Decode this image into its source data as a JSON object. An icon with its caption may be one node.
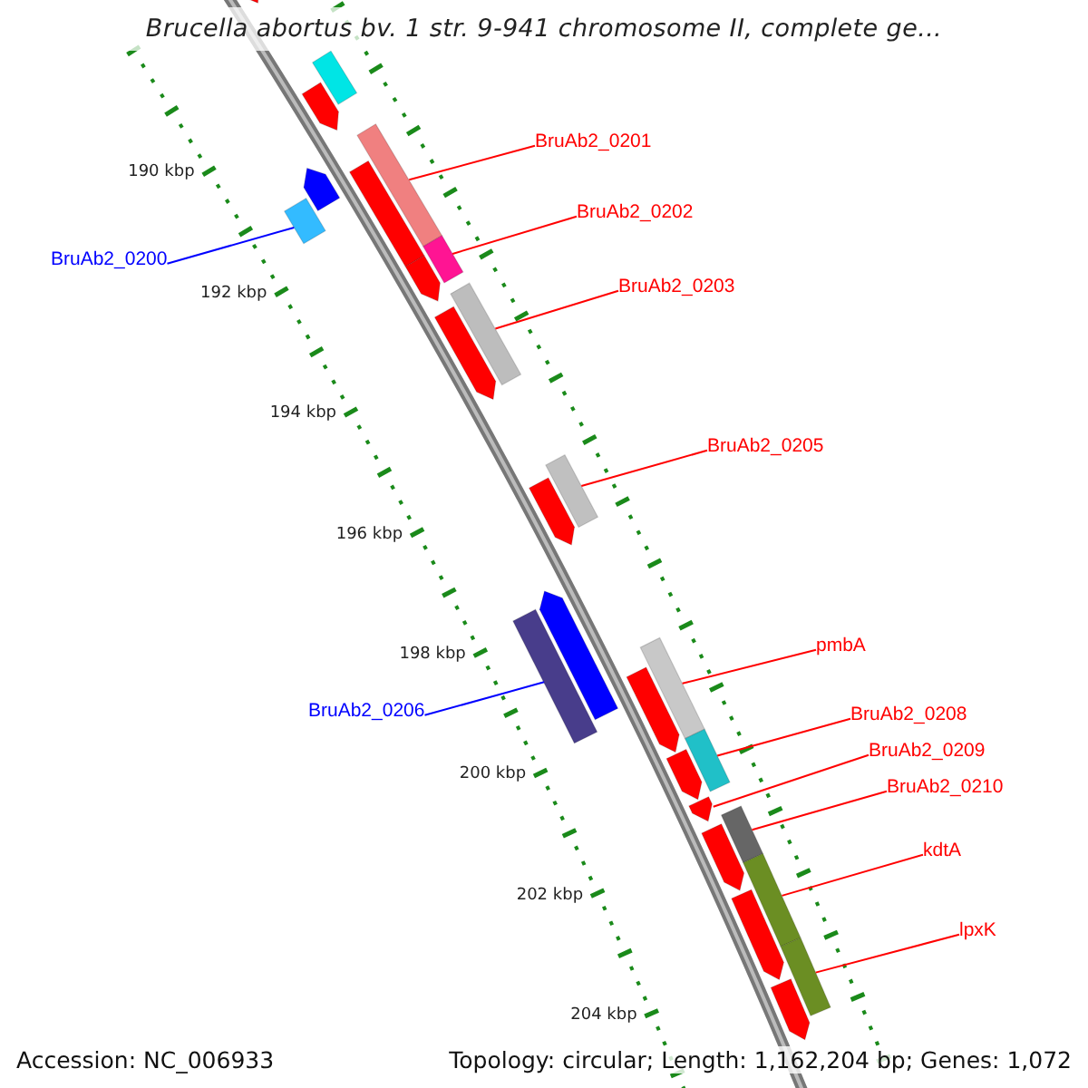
{
  "diagram": {
    "title": "Brucella abortus bv. 1 str. 9-941 chromosome II, complete ge...",
    "nodes": [
      {
        "text": [
          "BruAb2_0201"
        ]
      },
      {
        "text": [
          "BruAb2_0202"
        ]
      },
      {
        "text": [
          "BruAb2_0200"
        ]
      },
      {
        "text": [
          "BruAb2_0203"
        ]
      },
      {
        "text": [
          "BruAb2_0205"
        ]
      },
      {
        "text": [
          "pmbA"
        ]
      },
      {
        "text": [
          "BruAb2_0206"
        ]
      },
      {
        "text": [
          "BruAb2_0208"
        ]
      },
      {
        "text": [
          "BruAb2_0209"
        ]
      },
      {
        "text": [
          "BruAb2_0210"
        ]
      },
      {
        "text": [
          "kdtA"
        ]
      },
      {
        "text": [
          "lpxK"
        ]
      },
      {
        "text": [],
        "shape": "bar"
      },
      {
        "text": [],
        "shape": "bar"
      },
      {
        "text": [],
        "shape": "bar"
      },
      {
        "text": [],
        "shape": "bar"
      },
      {
        "text": [],
        "shape": "bar"
      },
      {
        "text": [],
        "shape": "bar"
      },
      {
        "text": [],
        "shape": "bar"
      },
      {
        "text": [],
        "shape": "bar"
      },
      {
        "text": [],
        "shape": "bar"
      },
      {
        "text": [],
        "shape": "bar"
      },
      {
        "text": [],
        "shape": "bar"
      },
      {
        "text": [],
        "shape": "bar"
      }
    ],
    "edges": [
      {
        "from": 0,
        "to": 12,
        "arrow": "none"
      },
      {
        "from": 1,
        "to": 14,
        "arrow": "none"
      },
      {
        "from": 2,
        "to": 13,
        "arrow": "none",
        "color": "#0000ff"
      },
      {
        "from": 3,
        "to": 15,
        "arrow": "none"
      },
      {
        "from": 4,
        "to": 16,
        "arrow": "none"
      },
      {
        "from": 5,
        "to": 18,
        "arrow": "none"
      },
      {
        "from": 6,
        "to": 17,
        "arrow": "none",
        "color": "#0000ff"
      },
      {
        "from": 7,
        "to": 19,
        "arrow": "none"
      },
      {
        "from": 8,
        "to": 20,
        "arrow": "none"
      },
      {
        "from": 9,
        "to": 21,
        "arrow": "none"
      },
      {
        "from": 10,
        "to": 22,
        "arrow": "none"
      },
      {
        "from": 11,
        "to": 23,
        "arrow": "none"
      }
    ],
    "labels": [
      "190 kbp",
      "192 kbp",
      "194 kbp",
      "196 kbp",
      "198 kbp",
      "200 kbp",
      "202 kbp",
      "204 kbp",
      "Accession: NC_006933",
      "Topology: circular; Length: 1,162,204 bp; Genes: 1,072"
    ]
  }
}
